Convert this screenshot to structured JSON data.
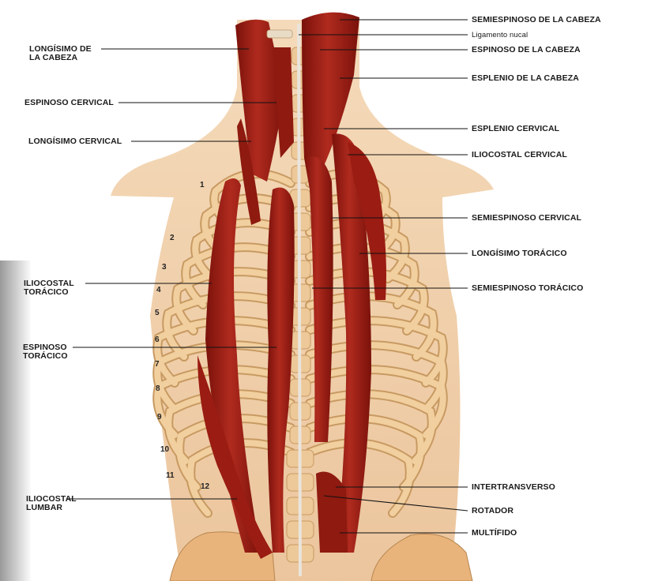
{
  "colors": {
    "skin": "#f0cfa6",
    "skin_shade": "#e4b88a",
    "bone": "#edc898",
    "bone_edge": "#c89a62",
    "muscle": "#a11f14",
    "muscle_dark": "#7a120b",
    "muscle_light": "#c9453a",
    "tendon": "#e9e4dc",
    "leader": "#111111"
  },
  "labels_left": [
    {
      "id": "longisimo-cabeza",
      "lines": [
        "LONGÍSIMO DE",
        "LA CABEZA"
      ]
    },
    {
      "id": "espinoso-cervical",
      "lines": [
        "ESPINOSO CERVICAL"
      ]
    },
    {
      "id": "longisimo-cervical",
      "lines": [
        "LONGÍSIMO CERVICAL"
      ]
    },
    {
      "id": "iliocostal-toracico",
      "lines": [
        "ILIOCOSTAL",
        "TORÁCICO"
      ]
    },
    {
      "id": "espinoso-toracico",
      "lines": [
        "ESPINOSO",
        "TORÁCICO"
      ]
    },
    {
      "id": "iliocostal-lumbar",
      "lines": [
        "ILIOCOSTAL",
        "LUMBAR"
      ]
    }
  ],
  "labels_right": [
    {
      "id": "semiespinoso-cabeza",
      "text": "SEMIESPINOSO DE LA CABEZA"
    },
    {
      "id": "ligamento-nucal",
      "text": "Ligamento nucal"
    },
    {
      "id": "espinoso-cabeza",
      "text": "ESPINOSO DE LA CABEZA"
    },
    {
      "id": "esplenio-cabeza",
      "text": "ESPLENIO DE LA CABEZA"
    },
    {
      "id": "esplenio-cervical",
      "text": "ESPLENIO CERVICAL"
    },
    {
      "id": "iliocostal-cervical",
      "text": "ILIOCOSTAL CERVICAL"
    },
    {
      "id": "semiespinoso-cervical",
      "text": "SEMIESPINOSO CERVICAL"
    },
    {
      "id": "longisimo-toracico",
      "text": "LONGÍSIMO TORÁCICO"
    },
    {
      "id": "semiespinoso-toracico",
      "text": "SEMIESPINOSO TORÁCICO"
    },
    {
      "id": "intertransverso",
      "text": "INTERTRANSVERSO"
    },
    {
      "id": "rotador",
      "text": "ROTADOR"
    },
    {
      "id": "multifido",
      "text": "MULTÍFIDO"
    }
  ],
  "rib_numbers": [
    "1",
    "2",
    "3",
    "4",
    "5",
    "6",
    "7",
    "8",
    "9",
    "10",
    "11",
    "12"
  ]
}
